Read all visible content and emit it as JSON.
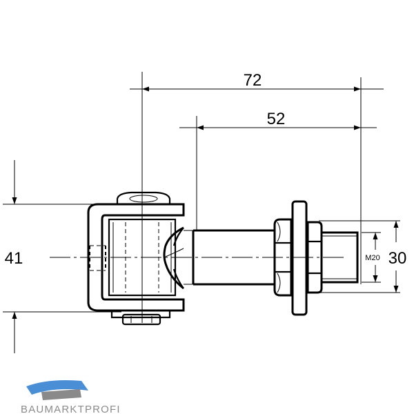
{
  "drawing": {
    "dimensions": {
      "overall_length": "72",
      "bolt_length": "52",
      "hinge_height": "41",
      "nut_size": "30",
      "thread": "M20"
    },
    "logo": {
      "text": "BAUMARKTPROFI",
      "color_primary": "#4a8fd6",
      "color_secondary": "#8a8a8a"
    }
  }
}
